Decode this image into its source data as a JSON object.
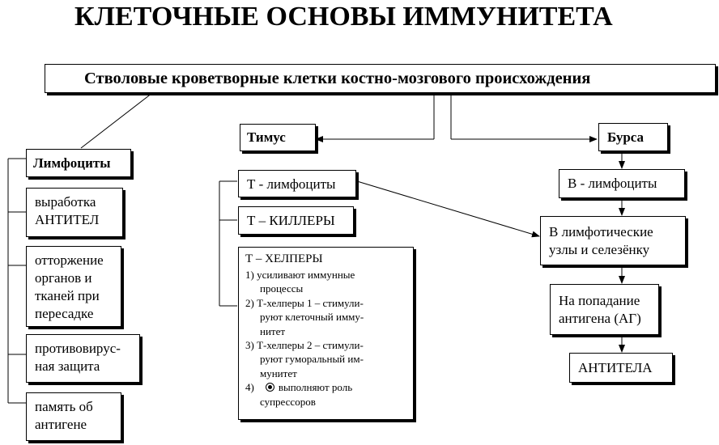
{
  "title": "КЛЕТОЧНЫЕ ОСНОВЫ ИММУНИТЕТА",
  "stem_cells": "Стволовые кроветворные клетки костно-мозгового происхождения",
  "left": {
    "lymphocytes": "Лимфоциты",
    "functions": [
      [
        "выработка",
        "АНТИТЕЛ"
      ],
      [
        "отторжение",
        "органов и",
        "тканей при",
        "пересадке"
      ],
      [
        "противовирус-",
        "ная защита"
      ],
      [
        "память об",
        "антигене"
      ]
    ]
  },
  "thymus": {
    "label": "Тимус",
    "t_lymphocytes": "Т - лимфоциты",
    "t_killers": "Т – КИЛЛЕРЫ",
    "t_helpers": {
      "title": "Т – ХЕЛПЕРЫ",
      "items": [
        [
          "1) усиливают иммунные",
          "процессы"
        ],
        [
          "2) Т-хелперы 1 – стимули-",
          "руют клеточный имму-",
          "нитет"
        ],
        [
          "3) Т-хелперы 2 – стимули-",
          "руют гуморальный им-",
          "мунитет"
        ],
        [
          "4)",
          "выполняют роль",
          "супрессоров"
        ]
      ]
    }
  },
  "bursa": {
    "label": "Бурса",
    "b_lymphocytes": "В - лимфоциты",
    "lymph_nodes": [
      "В лимфотические",
      "узлы и селезёнку"
    ],
    "antigen": [
      "На попадание",
      "антигена (АГ)"
    ],
    "antibodies": "АНТИТЕЛА"
  }
}
